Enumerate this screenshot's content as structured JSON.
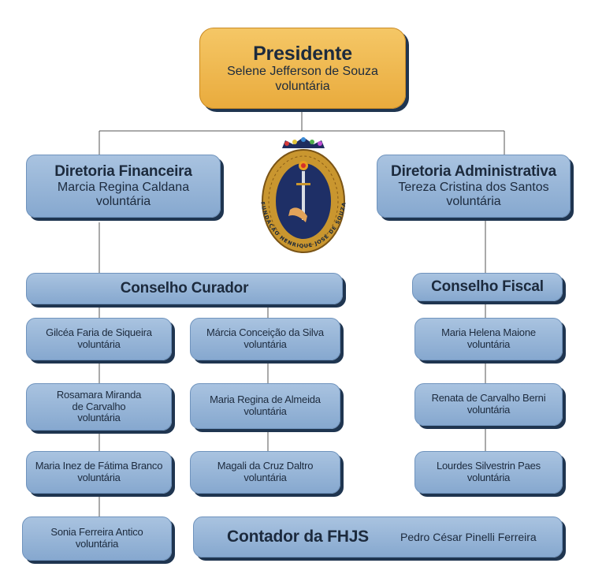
{
  "president": {
    "title": "Presidente",
    "name": "Selene Jefferson de Souza",
    "role": "voluntária"
  },
  "financial_board": {
    "title": "Diretoria Financeira",
    "name": "Marcia Regina Caldana",
    "role": "voluntária"
  },
  "admin_board": {
    "title": "Diretoria Administrativa",
    "name": "Tereza Cristina dos Santos",
    "role": "voluntária"
  },
  "emblem": {
    "text": "FUNDAÇÃO HENRIQUE JOSÉ DE SOUZA"
  },
  "curator_council": {
    "title": "Conselho Curador",
    "left_members": [
      {
        "name": "Gilcéa Faria de Siqueira",
        "role": "voluntária"
      },
      {
        "name": "Rosamara Miranda",
        "name2": "de Carvalho",
        "role": "voluntária"
      },
      {
        "name": "Maria Inez de Fátima Branco",
        "role": "voluntária"
      },
      {
        "name": "Sonia Ferreira Antico",
        "role": "voluntária"
      }
    ],
    "right_members": [
      {
        "name": "Márcia Conceição da Silva",
        "role": "voluntária"
      },
      {
        "name": "Maria Regina de Almeida",
        "role": "voluntária"
      },
      {
        "name": "Magali da Cruz Daltro",
        "role": "voluntária"
      }
    ]
  },
  "fiscal_council": {
    "title": "Conselho Fiscal",
    "members": [
      {
        "name": "Maria Helena Maione",
        "role": "voluntária"
      },
      {
        "name": "Renata de Carvalho Berni",
        "role": "voluntária"
      },
      {
        "name": "Lourdes Silvestrin Paes",
        "role": "voluntária"
      }
    ]
  },
  "accountant": {
    "title": "Contador da FHJS",
    "name": "Pedro César Pinelli Ferreira"
  },
  "colors": {
    "box_blue": "#93b2d6",
    "box_gold": "#efb64d",
    "shadow": "#1f3550",
    "connector": "#555555"
  }
}
